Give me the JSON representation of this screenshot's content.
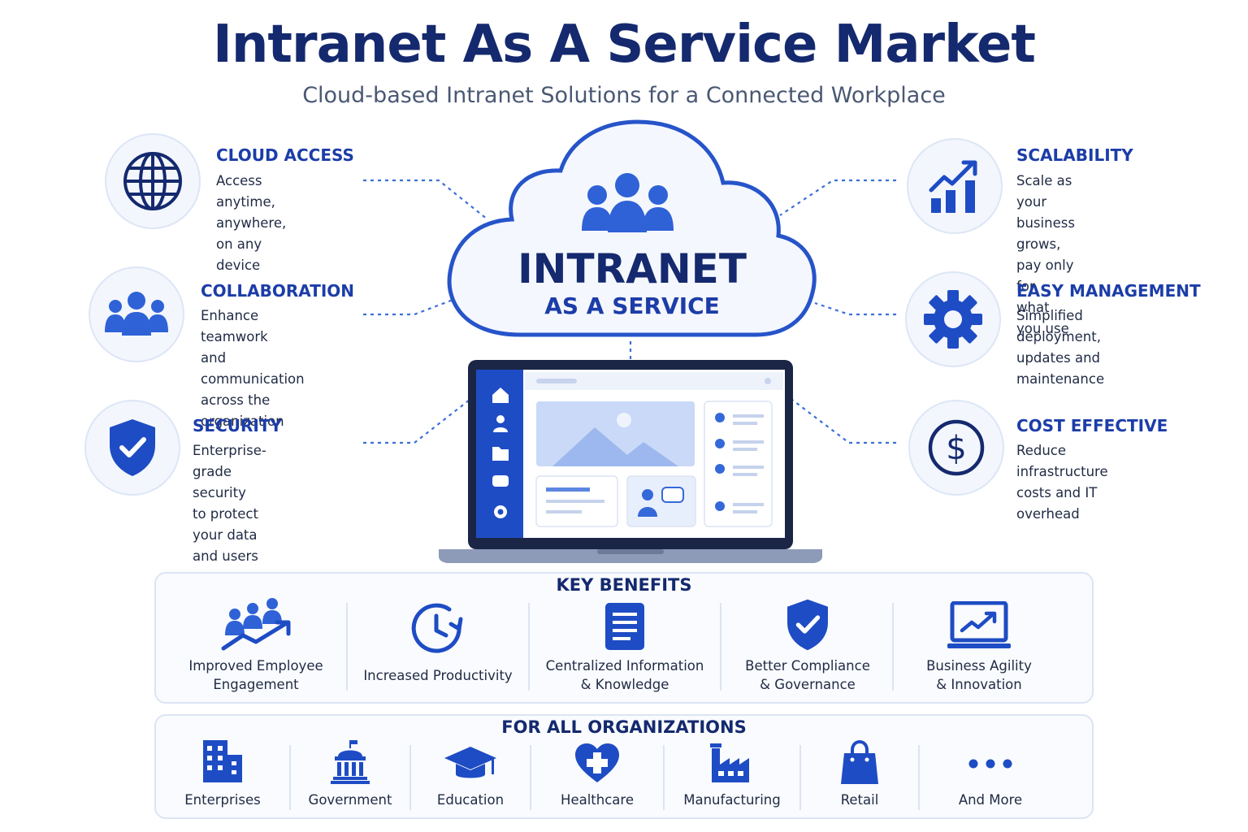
{
  "header": {
    "title": "Intranet As A Service Market",
    "subtitle": "Cloud-based Intranet Solutions for a Connected Workplace"
  },
  "center": {
    "line1": "INTRANET",
    "line2": "AS A SERVICE"
  },
  "features_left": [
    {
      "title": "CLOUD ACCESS",
      "desc": "Access anytime,\nanywhere, on any\ndevice",
      "icon": "globe-icon"
    },
    {
      "title": "COLLABORATION",
      "desc": "Enhance teamwork\nand communication\nacross the organization",
      "icon": "team-icon"
    },
    {
      "title": "SECURITY",
      "desc": "Enterprise-grade security\nto protect your data\nand users",
      "icon": "shield-check-icon"
    }
  ],
  "features_right": [
    {
      "title": "SCALABILITY",
      "desc": "Scale as your business\ngrows, pay only for\nwhat you use",
      "icon": "growth-chart-icon"
    },
    {
      "title": "EASY MANAGEMENT",
      "desc": "Simplified deployment,\nupdates and\nmaintenance",
      "icon": "gear-icon"
    },
    {
      "title": "COST EFFECTIVE",
      "desc": "Reduce infrastructure\ncosts and IT overhead",
      "icon": "dollar-icon"
    }
  ],
  "key_benefits": {
    "title": "KEY BENEFITS",
    "items": [
      {
        "label": "Improved Employee\nEngagement",
        "icon": "engagement-icon"
      },
      {
        "label": "Increased Productivity",
        "icon": "clock-icon"
      },
      {
        "label": "Centralized Information\n& Knowledge",
        "icon": "document-icon"
      },
      {
        "label": "Better Compliance\n& Governance",
        "icon": "shield-check-icon"
      },
      {
        "label": "Business Agility\n& Innovation",
        "icon": "monitor-chart-icon"
      }
    ]
  },
  "organizations": {
    "title": "FOR ALL ORGANIZATIONS",
    "items": [
      {
        "label": "Enterprises",
        "icon": "buildings-icon"
      },
      {
        "label": "Government",
        "icon": "government-icon"
      },
      {
        "label": "Education",
        "icon": "graduation-cap-icon"
      },
      {
        "label": "Healthcare",
        "icon": "heart-cross-icon"
      },
      {
        "label": "Manufacturing",
        "icon": "factory-icon"
      },
      {
        "label": "Retail",
        "icon": "shopping-bag-icon"
      },
      {
        "label": "And More",
        "icon": "more-dots-icon"
      }
    ]
  },
  "colors": {
    "primary": "#1c3da8",
    "dark": "#14296e",
    "accent": "#2f62d6",
    "light": "#f3f6fd"
  }
}
